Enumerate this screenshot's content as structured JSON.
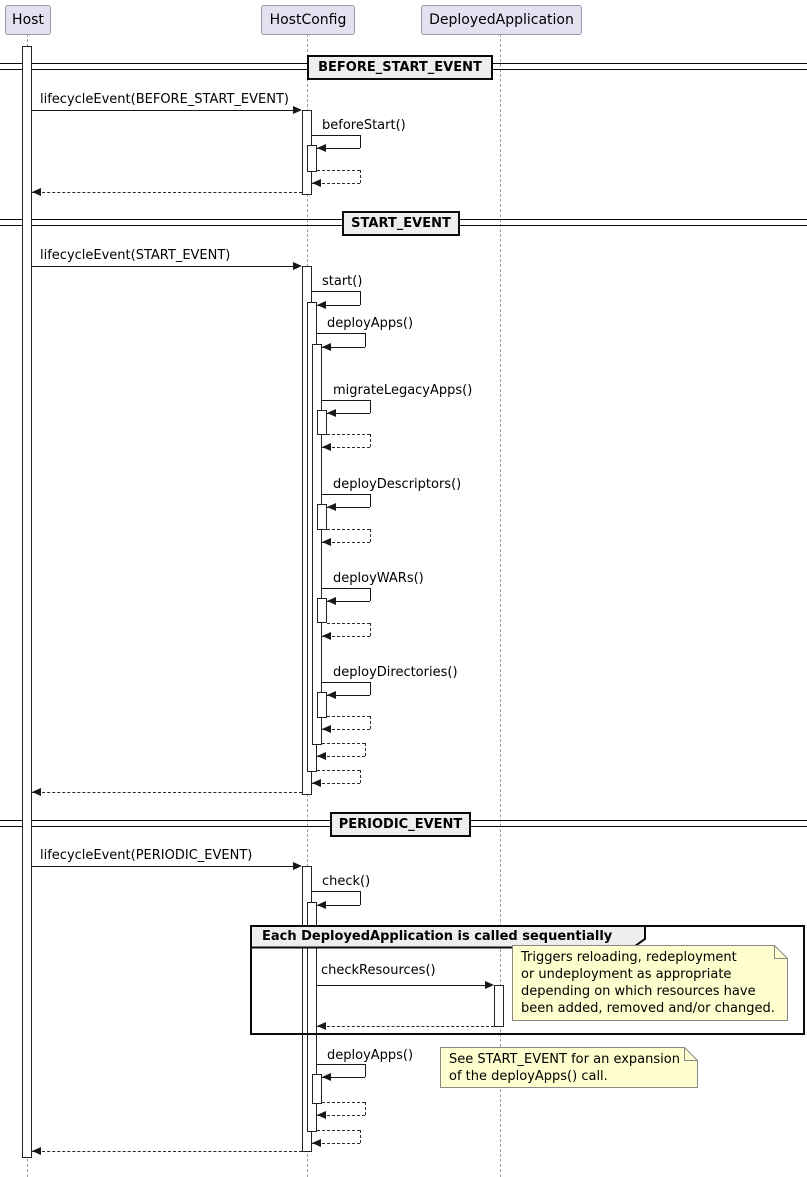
{
  "diagram_type": "uml-sequence-diagram",
  "participants": [
    {
      "label": "Host"
    },
    {
      "label": "HostConfig"
    },
    {
      "label": "DeployedApplication"
    }
  ],
  "dividers": [
    {
      "label": "BEFORE_START_EVENT"
    },
    {
      "label": "START_EVENT"
    },
    {
      "label": "PERIODIC_EVENT"
    }
  ],
  "messages": {
    "lifecycle_before_start": "lifecycleEvent(BEFORE_START_EVENT)",
    "before_start": "beforeStart()",
    "lifecycle_start": "lifecycleEvent(START_EVENT)",
    "start": "start()",
    "deploy_apps": "deployApps()",
    "migrate_legacy_apps": "migrateLegacyApps()",
    "deploy_descriptors": "deployDescriptors()",
    "deploy_wars": "deployWARs()",
    "deploy_directories": "deployDirectories()",
    "lifecycle_periodic": "lifecycleEvent(PERIODIC_EVENT)",
    "check": "check()",
    "check_resources": "checkResources()",
    "deploy_apps_periodic": "deployApps()"
  },
  "group": {
    "label": "Each DeployedApplication is called sequentially"
  },
  "notes": {
    "check_resources_note": "Triggers reloading, redeployment\nor undeployment as appropriate\ndepending on which resources have\nbeen added, removed and/or changed.",
    "deploy_apps_note": "See START_EVENT for an expansion\nof the deployApps() call."
  },
  "colors": {
    "participant_fill": "#E2E2F0",
    "participant_border": "#9898b8",
    "divider_fill": "#EEEEEE",
    "group_header_fill": "#EEEEEE",
    "note_fill": "#FEFECE",
    "note_border": "#888888",
    "line": "#181818",
    "lifeline": "#9c9c9c",
    "background": "#ffffff"
  }
}
